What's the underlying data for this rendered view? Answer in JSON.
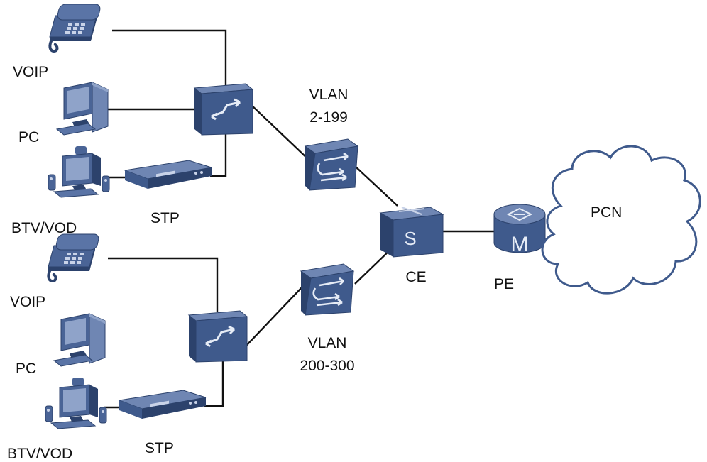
{
  "colors": {
    "device_face": "#3f5a8c",
    "device_side": "#2c426c",
    "device_top": "#6f86b3",
    "device_highlight": "#8fa3c9",
    "link": "#111111",
    "cloud_stroke": "#3f5a8c"
  },
  "groups": [
    {
      "voip_label": "VOIP",
      "pc_label": "PC",
      "btv_label": "BTV/VOD",
      "stp_label": "STP",
      "vlan_title": "VLAN",
      "vlan_range": "2-199"
    },
    {
      "voip_label": "VOIP",
      "pc_label": "PC",
      "btv_label": "BTV/VOD",
      "stp_label": "STP",
      "vlan_title": "VLAN",
      "vlan_range": "200-300"
    }
  ],
  "ce": {
    "label": "CE",
    "glyph": "S",
    "icon": "switch-icon"
  },
  "pe": {
    "label": "PE",
    "glyph": "M",
    "icon": "router-icon"
  },
  "cloud": {
    "label": "PCN",
    "icon": "cloud-icon"
  }
}
